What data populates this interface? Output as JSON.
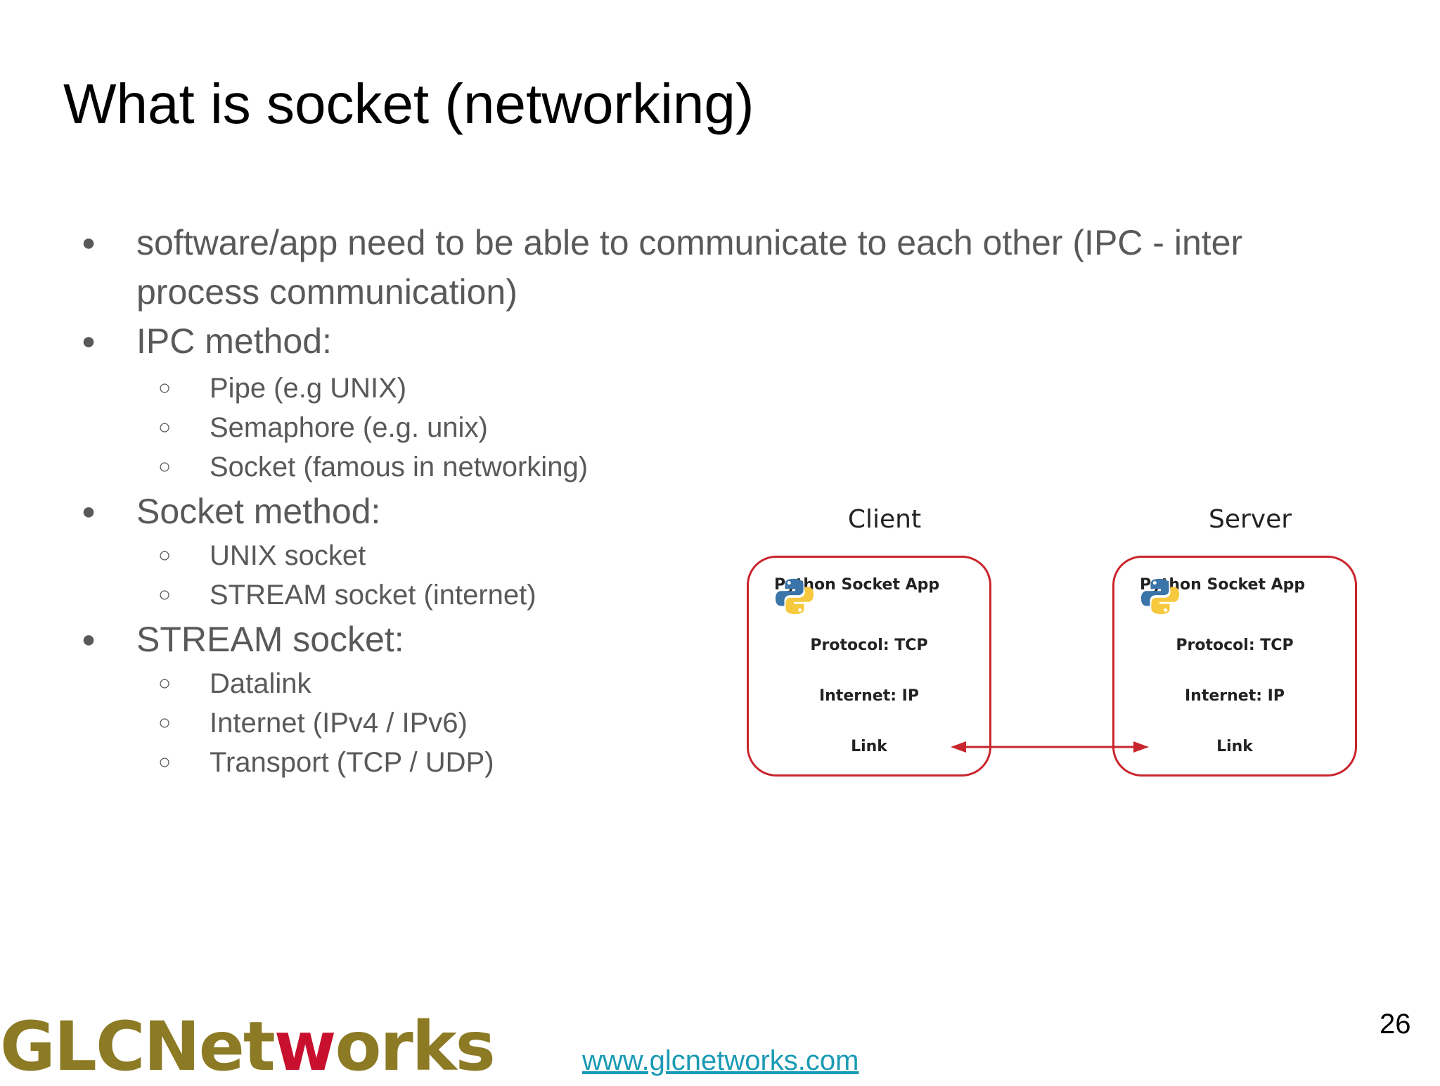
{
  "slide": {
    "title": "What is socket (networking)",
    "bullets": [
      {
        "level": 1,
        "text": "software/app need to be able to communicate to each other (IPC - inter"
      },
      {
        "level": 1,
        "text": "process communication)",
        "continuation": true
      },
      {
        "level": 1,
        "text": "IPC method:"
      },
      {
        "level": 2,
        "text": "Pipe (e.g UNIX)"
      },
      {
        "level": 2,
        "text": "Semaphore (e.g. unix)"
      },
      {
        "level": 2,
        "text": "Socket (famous in networking)"
      },
      {
        "level": 1,
        "text": "Socket method:"
      },
      {
        "level": 2,
        "text": "UNIX socket"
      },
      {
        "level": 2,
        "text": "STREAM socket (internet)"
      },
      {
        "level": 1,
        "text": "STREAM socket:"
      },
      {
        "level": 2,
        "text": "Datalink"
      },
      {
        "level": 2,
        "text": "Internet (IPv4 / IPv6)"
      },
      {
        "level": 2,
        "text": "Transport (TCP / UDP)"
      }
    ],
    "bullet_marks": {
      "level1": "●",
      "level2": "○"
    }
  },
  "diagram": {
    "client": {
      "title": "Client",
      "app": "Python Socket App",
      "protocol": "Protocol: TCP",
      "internet": "Internet: IP",
      "link": "Link"
    },
    "server": {
      "title": "Server",
      "app": "Python Socket App",
      "protocol": "Protocol: TCP",
      "internet": "Internet: IP",
      "link": "Link"
    },
    "colors": {
      "box_border": "#c9252c",
      "arrow": "#c9252c",
      "python_blue": "#3a74a8",
      "python_yellow": "#f7c93e"
    },
    "icons": {
      "app": "python-logo-icon"
    }
  },
  "footer": {
    "logo_part1": "GLCNet",
    "logo_part2": "w",
    "logo_part3": "orks",
    "link": "www.glcnetworks.com",
    "page_number": "26",
    "colors": {
      "logo_gold": "#8c7a24",
      "logo_red": "#c8102e",
      "link": "#1a9ab4"
    }
  }
}
